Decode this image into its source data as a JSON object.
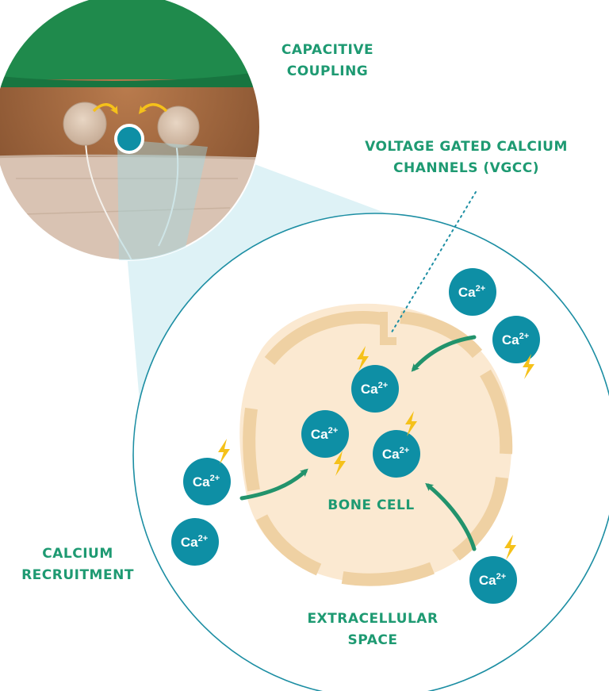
{
  "labels": {
    "capacitive_coupling": [
      "CAPACITIVE",
      "COUPLING"
    ],
    "vgcc": [
      "VOLTAGE GATED CALCIUM",
      "CHANNELS (VGCC)"
    ],
    "calcium_recruitment": [
      "CALCIUM",
      "RECRUITMENT"
    ],
    "extracellular_space": [
      "EXTRACELLULAR",
      "SPACE"
    ],
    "bone_cell": "BONE CELL"
  },
  "ion": {
    "symbol": "Ca",
    "charge": "2+"
  },
  "colors": {
    "label_green": "#1e9a72",
    "ion_teal": "#0e8fa5",
    "bolt_yellow": "#f5c11a",
    "cell_fill": "#fbe9d1",
    "cell_membrane": "#efd1a3",
    "arrow_green": "#22936c",
    "outline_teal": "#1c8ea3",
    "drape_green": "#1f8a4c",
    "skin": "#a86c42",
    "cloth": "#d9c3b3"
  },
  "icons": [
    "lightning-bolt-icon",
    "curved-arrow-icon",
    "electrode-pad-icon"
  ]
}
